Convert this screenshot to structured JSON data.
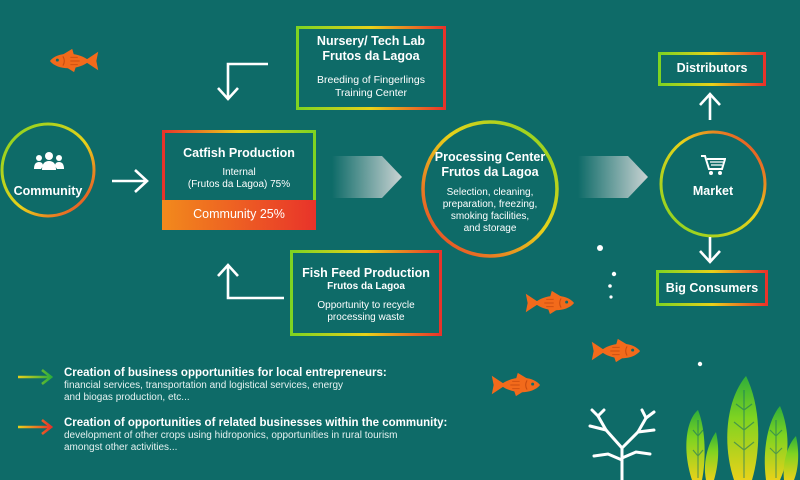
{
  "colors": {
    "background": "#0e6b68",
    "gradient_green": "#7ed321",
    "gradient_yellow": "#e8d21a",
    "gradient_red": "#e8332a",
    "fish_orange": "#f26a1b"
  },
  "community": {
    "label": "Community",
    "icon": "people-group-icon"
  },
  "nursery": {
    "title_line1": "Nursery/ Tech Lab",
    "title_line2": "Frutos da Lagoa",
    "desc_line1": "Breeding of Fingerlings",
    "desc_line2": "Training Center"
  },
  "catfish": {
    "title": "Catfish Production",
    "internal_line1": "Internal",
    "internal_line2": "(Frutos da Lagoa) 75%",
    "community_share": "Community 25%"
  },
  "processing": {
    "title_line1": "Processing Center",
    "title_line2": "Frutos da Lagoa",
    "desc_line1": "Selection, cleaning,",
    "desc_line2": "preparation, freezing,",
    "desc_line3": "smoking facilities,",
    "desc_line4": "and storage"
  },
  "fishfeed": {
    "title": "Fish Feed Production",
    "subtitle": "Frutos da Lagoa",
    "desc_line1": "Opportunity to recycle",
    "desc_line2": "processing waste"
  },
  "market": {
    "label": "Market",
    "icon": "shopping-cart-icon"
  },
  "distributors": {
    "label": "Distributors"
  },
  "big_consumers": {
    "label": "Big Consumers"
  },
  "legend": [
    {
      "title": "Creation of business opportunities for local entrepreneurs:",
      "body_line1": "financial services, transportation and logistical services, energy",
      "body_line2": "and biogas production, etc..."
    },
    {
      "title": "Creation of opportunities of related businesses within the community:",
      "body_line1": "development of other crops using hidroponics, opportunities in rural tourism",
      "body_line2": "amongst other activities..."
    }
  ]
}
